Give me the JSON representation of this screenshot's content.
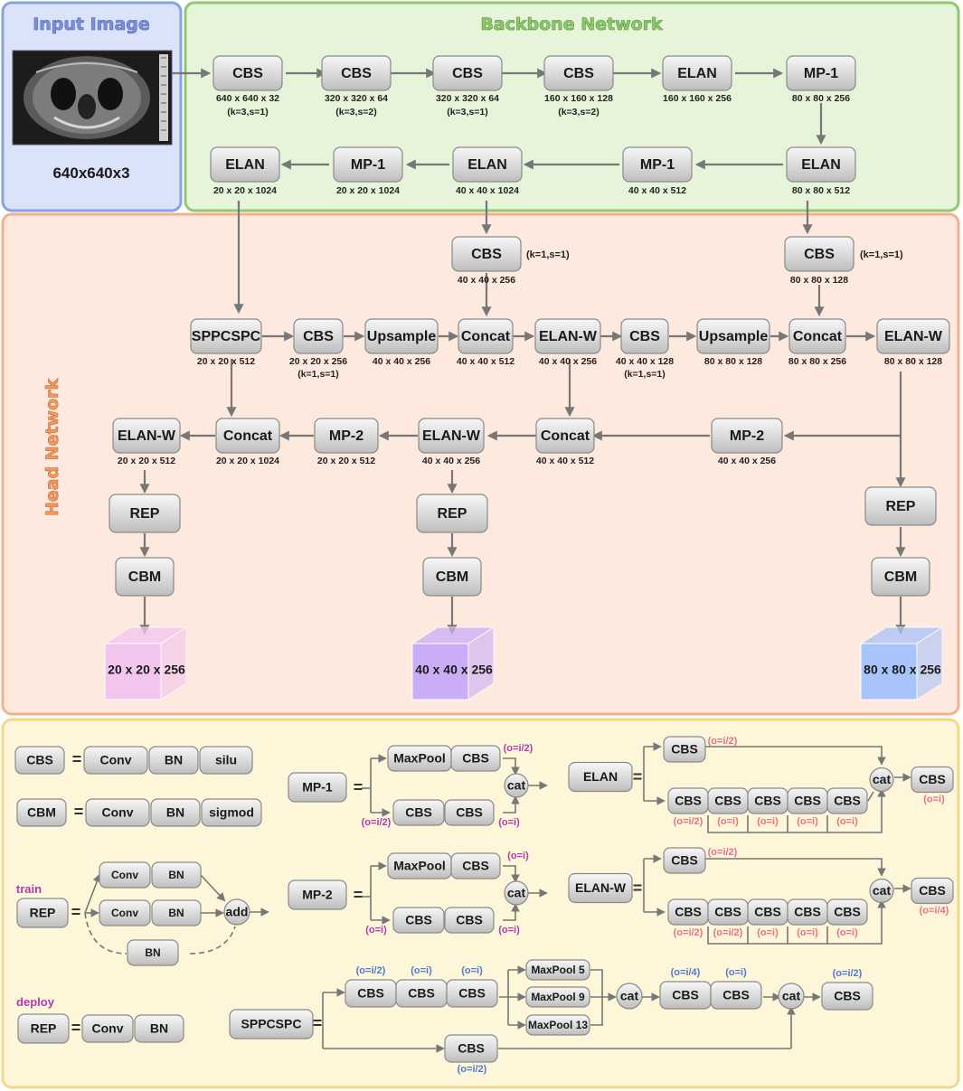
{
  "panels": {
    "input": {
      "title": "Input Image",
      "size": "640x640x3"
    },
    "backbone": {
      "title": "Backbone Network"
    },
    "head": {
      "title": "Head Network"
    }
  },
  "colors": {
    "input_panel": "#dbe3fb",
    "input_border": "#8aa0e6",
    "backbone_panel": "#e6f5d9",
    "backbone_border": "#8fc86f",
    "head_panel": "#fde9de",
    "head_border": "#f4b08c",
    "legend_panel": "#fdf6d8",
    "legend_border": "#f2d887",
    "pink_param": "#e8708c",
    "magenta_param": "#b03cb0",
    "blue_param": "#4f79d6"
  },
  "backbone": {
    "row1": [
      {
        "label": "CBS",
        "dim": "640 x 640 x 32",
        "note": "(k=3,s=1)"
      },
      {
        "label": "CBS",
        "dim": "320 x 320 x 64",
        "note": "(k=3,s=2)"
      },
      {
        "label": "CBS",
        "dim": "320 x 320 x 64",
        "note": "(k=3,s=1)"
      },
      {
        "label": "CBS",
        "dim": "160 x 160 x 128",
        "note": "(k=3,s=2)"
      },
      {
        "label": "ELAN",
        "dim": "160 x 160 x 256"
      },
      {
        "label": "MP-1",
        "dim": "80 x 80 x 256"
      }
    ],
    "row2": [
      {
        "label": "ELAN",
        "dim": "20 x 20 x 1024"
      },
      {
        "label": "MP-1",
        "dim": "20 x 20 x 1024"
      },
      {
        "label": "ELAN",
        "dim": "40 x 40 x 1024"
      },
      {
        "label": "MP-1",
        "dim": "40 x 40 x 512"
      },
      {
        "label": "ELAN",
        "dim": "80 x 80 x 512"
      }
    ]
  },
  "head": {
    "cbs_mid": {
      "label": "CBS",
      "dim": "40 x 40 x 256",
      "note": "(k=1,s=1)"
    },
    "cbs_right": {
      "label": "CBS",
      "dim": "80 x 80 x 128",
      "note": "(k=1,s=1)"
    },
    "row3": [
      {
        "label": "SPPCSPC",
        "dim": "20 x 20 x 512"
      },
      {
        "label": "CBS",
        "dim": "20 x 20 x 256",
        "note": "(k=1,s=1)"
      },
      {
        "label": "Upsample",
        "dim": "40 x 40 x 256"
      },
      {
        "label": "Concat",
        "dim": "40 x 40 x 512"
      },
      {
        "label": "ELAN-W",
        "dim": "40 x 40 x 256"
      },
      {
        "label": "CBS",
        "dim": "40 x 40 x 128",
        "note": "(k=1,s=1)"
      },
      {
        "label": "Upsample",
        "dim": "80 x 80 x 128"
      },
      {
        "label": "Concat",
        "dim": "80 x 80 x 256"
      },
      {
        "label": "ELAN-W",
        "dim": "80 x 80 x 128"
      }
    ],
    "row4": [
      {
        "label": "ELAN-W",
        "dim": "20 x 20 x 512"
      },
      {
        "label": "Concat",
        "dim": "20 x 20 x 1024"
      },
      {
        "label": "MP-2",
        "dim": "20 x 20 x 512"
      },
      {
        "label": "ELAN-W",
        "dim": "40 x 40 x 256"
      },
      {
        "label": "Concat",
        "dim": "40 x 40 x 512"
      },
      {
        "label": "MP-2",
        "dim": "40 x 40 x 256"
      }
    ],
    "rep": "REP",
    "cbm": "CBM",
    "outputs": [
      "20 x 20 x 256",
      "40 x 40 x 256",
      "80 x 80 x 256"
    ],
    "output_colors": [
      "#f3c6f0",
      "#c9aef7",
      "#a9c3fb"
    ]
  },
  "legend": {
    "eq": "=",
    "cbs": {
      "name": "CBS",
      "parts": [
        "Conv",
        "BN",
        "silu"
      ]
    },
    "cbm": {
      "name": "CBM",
      "parts": [
        "Conv",
        "BN",
        "sigmod"
      ]
    },
    "rep_train": {
      "tag": "train",
      "name": "REP",
      "conv1": "Conv",
      "bn1": "BN",
      "conv2": "Conv",
      "bn2": "BN",
      "bn3": "BN",
      "add": "add"
    },
    "rep_deploy": {
      "tag": "deploy",
      "name": "REP",
      "parts": [
        "Conv",
        "BN"
      ]
    },
    "mp1": {
      "name": "MP-1",
      "maxpool": "MaxPool",
      "cbs": "CBS",
      "cat": "cat",
      "p_top": "(o=i/2)",
      "p_left": "(o=i/2)",
      "p_bottom": "(o=i)"
    },
    "mp2": {
      "name": "MP-2",
      "maxpool": "MaxPool",
      "cbs": "CBS",
      "cat": "cat",
      "p_top": "(o=i)",
      "p_left": "(o=i)",
      "p_bottom": "(o=i)"
    },
    "elan": {
      "name": "ELAN",
      "cbs": "CBS",
      "cat": "cat",
      "p_top": "(o=i/2)",
      "p_row": [
        "(o=i/2)",
        "(o=i)",
        "(o=i)",
        "(o=i)",
        "(o=i)"
      ],
      "p_out": "(o=i)"
    },
    "elanw": {
      "name": "ELAN-W",
      "cbs": "CBS",
      "cat": "cat",
      "p_top": "(o=i/2)",
      "p_row": [
        "(o=i/2)",
        "(o=i/2)",
        "(o=i)",
        "(o=i)",
        "(o=i)"
      ],
      "p_out": "(o=i/4)"
    },
    "spp": {
      "name": "SPPCSPC",
      "cbs": "CBS",
      "cat": "cat",
      "maxpools": [
        "MaxPool  5",
        "MaxPool  9",
        "MaxPool 13"
      ],
      "p_first": [
        "(o=i/2)",
        "(o=i)",
        "(o=i)"
      ],
      "p_after": [
        "(o=i/4)",
        "(o=i)"
      ],
      "p_out": "(o=i/2)",
      "p_bottom": "(o=i/2)"
    }
  }
}
